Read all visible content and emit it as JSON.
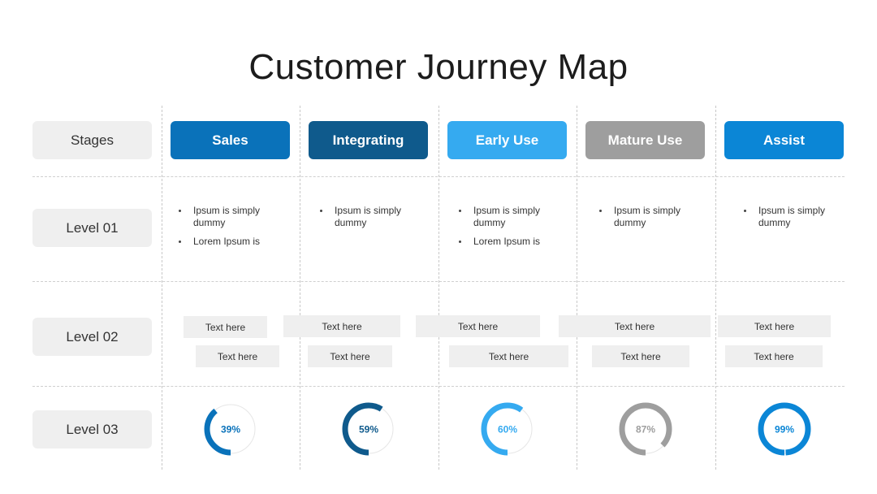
{
  "title": "Customer Journey Map",
  "row_labels": [
    "Stages",
    "Level 01",
    "Level 02",
    "Level 03"
  ],
  "stages": [
    {
      "name": "Sales",
      "color": "#0a72ba"
    },
    {
      "name": "Integrating",
      "color": "#0f5a8c"
    },
    {
      "name": "Early Use",
      "color": "#35aaf0"
    },
    {
      "name": "Mature Use",
      "color": "#9e9e9e"
    },
    {
      "name": "Assist",
      "color": "#0b86d6"
    }
  ],
  "level01": [
    [
      "Ipsum is simply dummy",
      "Lorem Ipsum is"
    ],
    [
      "Ipsum is simply dummy"
    ],
    [
      "Ipsum is simply dummy",
      "Lorem Ipsum is"
    ],
    [
      "Ipsum is simply dummy"
    ],
    [
      "Ipsum is simply dummy"
    ]
  ],
  "level02": [
    [
      "Text here",
      "Text here"
    ],
    [
      "Text here",
      "Text here"
    ],
    [
      "Text here",
      "Text here"
    ],
    [
      "Text here",
      "Text here"
    ],
    [
      "Text here",
      "Text here"
    ]
  ],
  "level03": [
    {
      "percent": 39,
      "label": "39%"
    },
    {
      "percent": 59,
      "label": "59%"
    },
    {
      "percent": 60,
      "label": "60%"
    },
    {
      "percent": 87,
      "label": "87%"
    },
    {
      "percent": 99,
      "label": "99%"
    }
  ]
}
